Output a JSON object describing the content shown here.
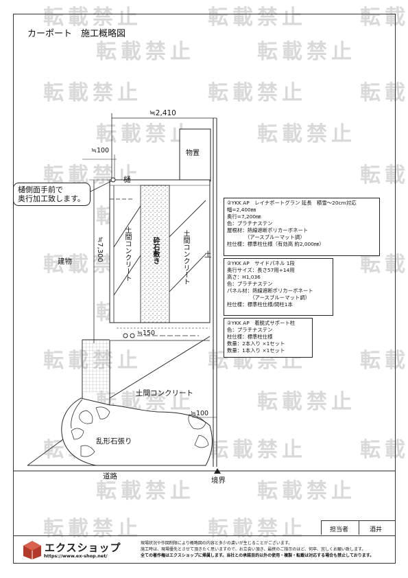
{
  "title": "カーポート　施工概略図",
  "watermark": "転載禁止",
  "dimensions": {
    "width_top": "≒2,410",
    "offset_100_top": "≒100",
    "depth": "≒7,300",
    "offset_150": "≒150",
    "offset_100_bottom": "≒100"
  },
  "labels": {
    "gutter": "樋",
    "equipment": "物置",
    "building": "建物",
    "soil_left": "土間コンクリート",
    "gravel": "砕石敷き",
    "soil_right": "土間コンクリート",
    "soil_bottom": "土間コンクリート",
    "soil_marker": "土",
    "stone": "乱形石張り",
    "road": "道路",
    "boundary": "境界"
  },
  "callout": [
    "樋側面手前で",
    "奥行加工致します。"
  ],
  "notes": [
    {
      "lines": [
        "②YKK AP　レイナポートグラン 延長　積雪〜20cm対応",
        "幅=2,400㎜",
        "奥行=7,200㎜",
        "色：プラチナステン",
        "屋根材：熱線遮断ポリカーボネート",
        "　　　　（アースブルーマット調）",
        "柱仕様：標準柱仕様（有効高 約2,000㎜）"
      ]
    },
    {
      "lines": [
        "②YKK AP　サイドパネル 1段",
        "奥行サイズ：長さ57用+14用",
        "高さ：H1,036",
        "色：プラチナステン",
        "パネル材：熱線遮断ポリカーボネート",
        "　　　　　（アースブルーマット調）",
        "柱仕様：標準柱仕様/間柱1本"
      ]
    },
    {
      "lines": [
        "②YKK AP　着脱式サポート柱",
        "色：プラチナステン",
        "柱仕様：標準柱仕様",
        "数量：2本入り ×1セット",
        "数量：1本入り ×1セット"
      ]
    }
  ],
  "stamp": {
    "label": "担当者",
    "name": "酒井"
  },
  "footer": {
    "logo": "エクスショップ",
    "url": "https://www.ex-shop.net/",
    "lines": [
      "現場状況や作図制限により概略図の内容と多少の違いが生じることがございます。",
      "施工時は、現場優先とさせて頂きたく思いますので、お立会い頂き、最終のご指示のほど、何卒、宜しくお願い致します。",
      "全ての著作権はエクスショップに帰属します。当社との承諾目的以外の使用・複製・転載は対応する場合も禁止しております。"
    ]
  }
}
